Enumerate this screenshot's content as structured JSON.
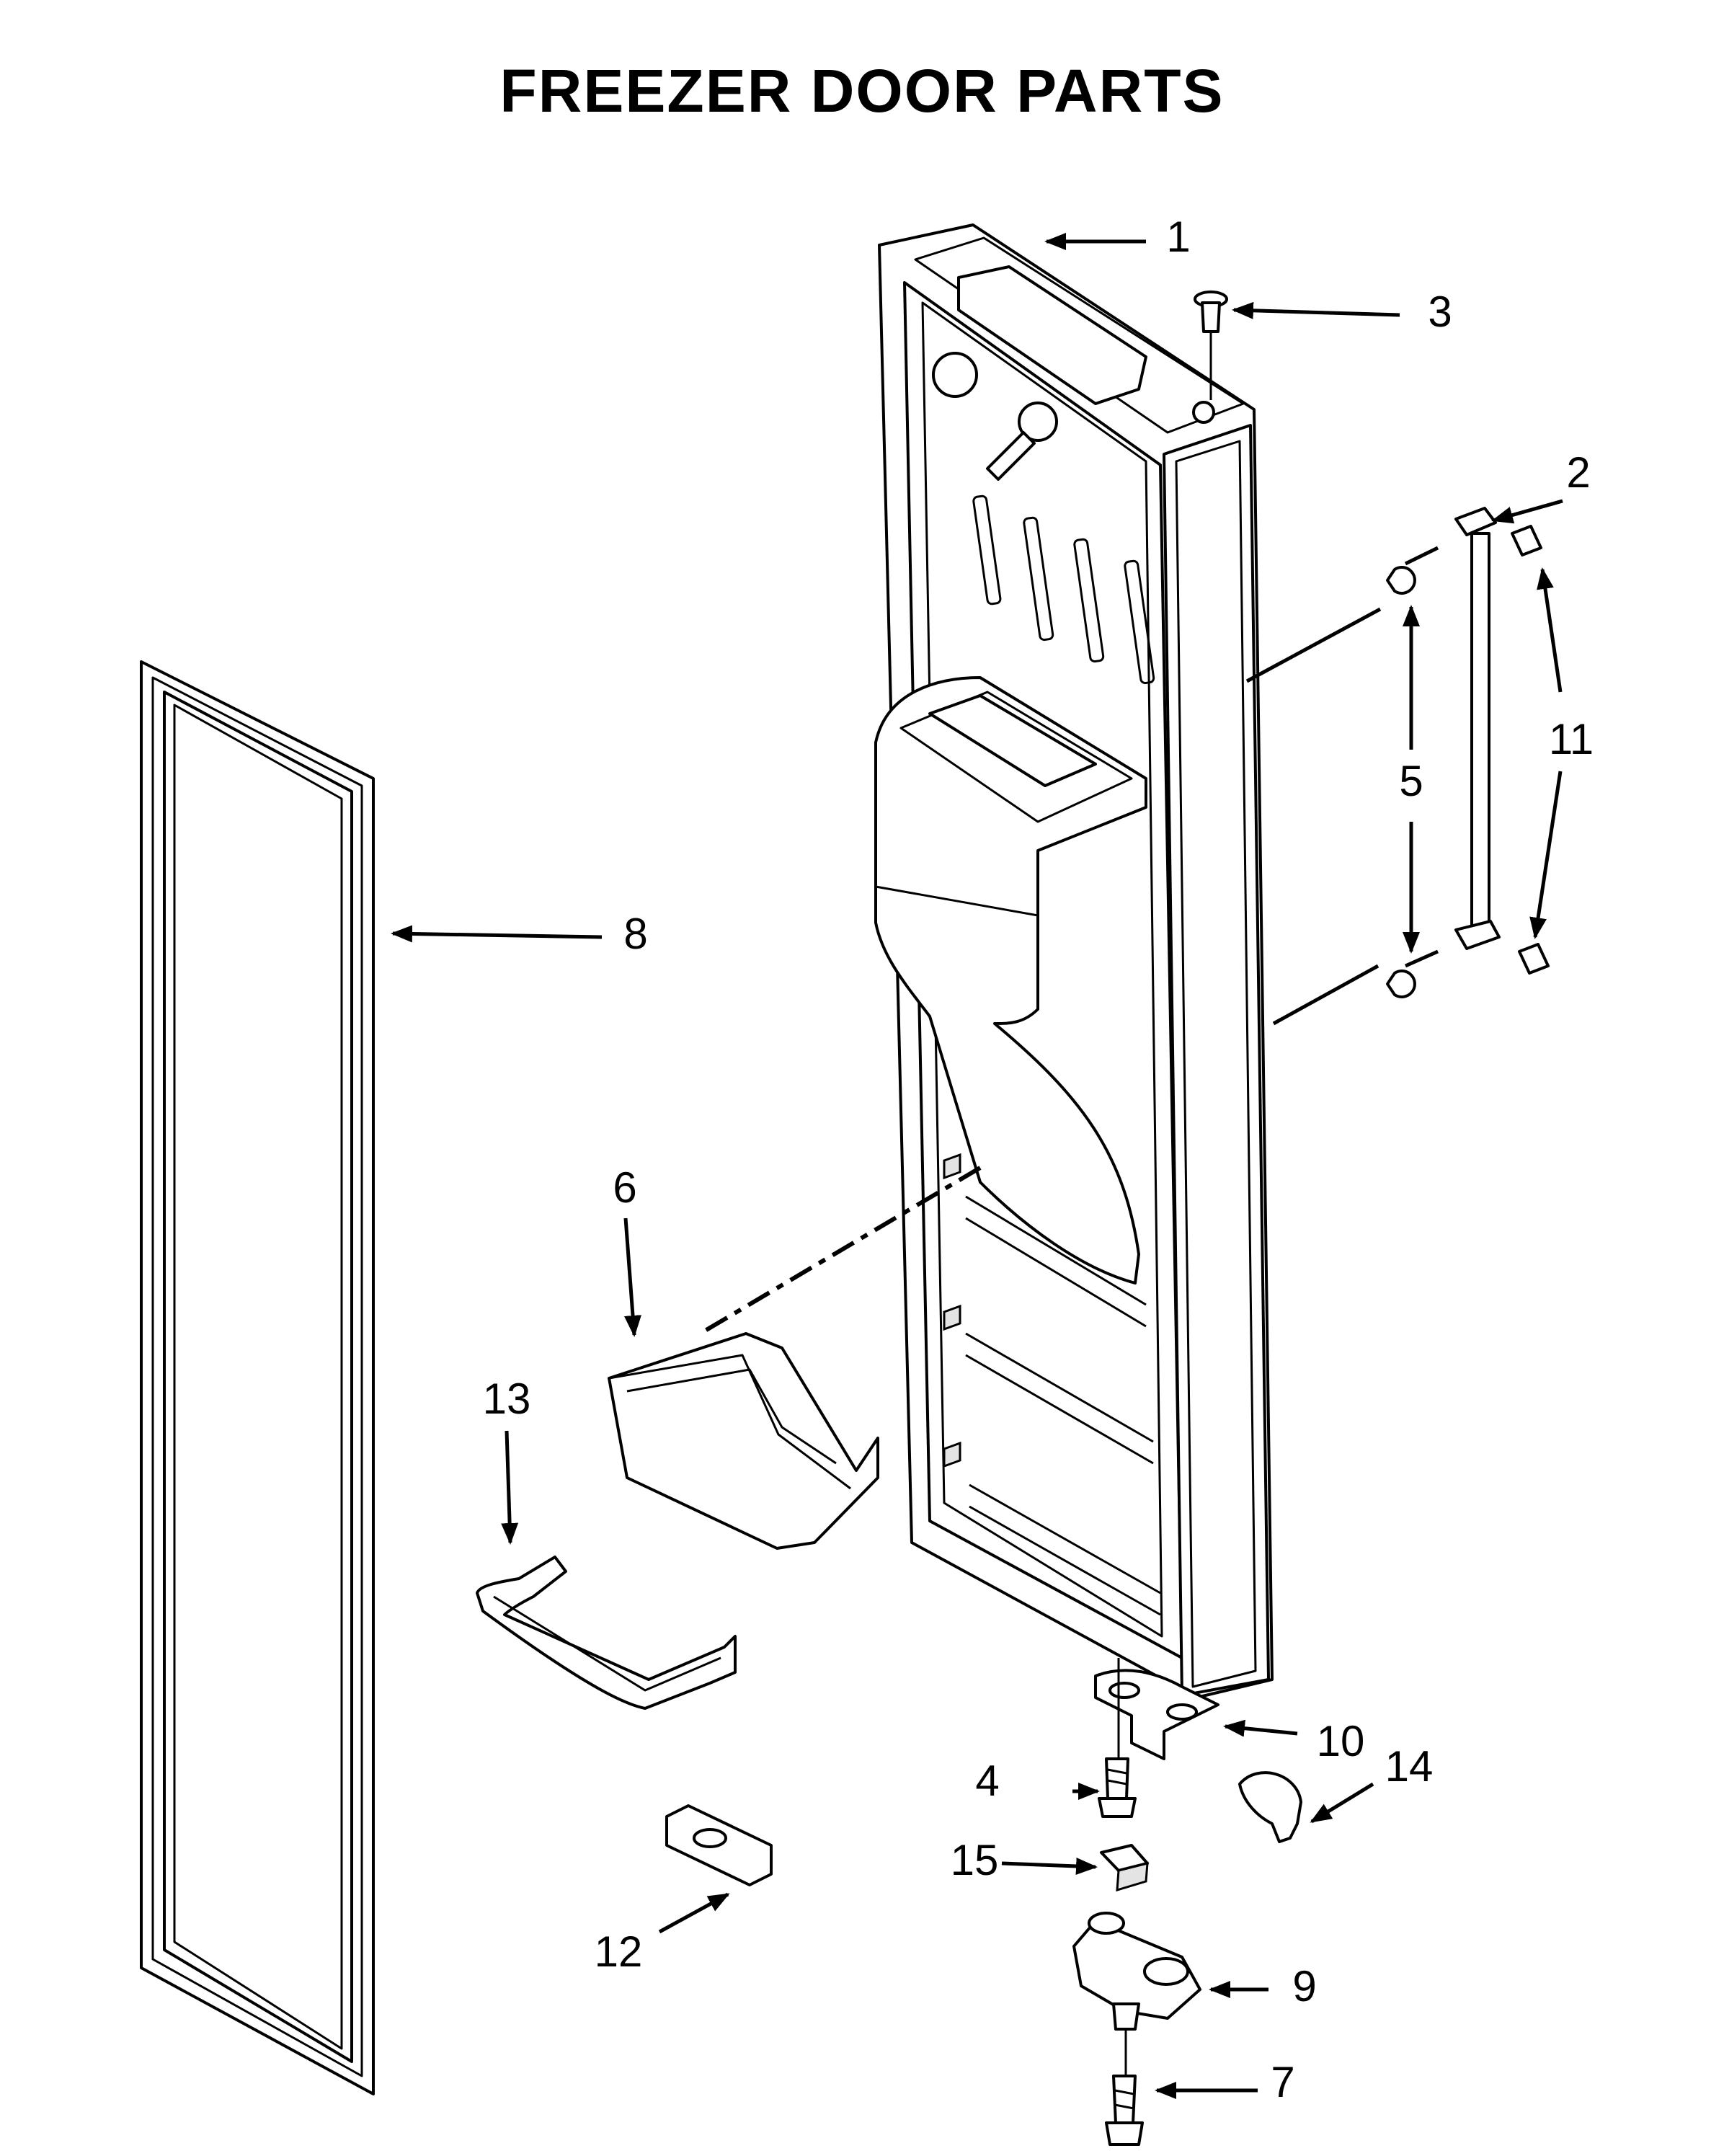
{
  "title": "FREEZER DOOR PARTS",
  "callouts": {
    "c1": "1",
    "c2": "2",
    "c3": "3",
    "c4": "4",
    "c5": "5",
    "c6": "6",
    "c7": "7",
    "c8": "8",
    "c9": "9",
    "c10": "10",
    "c11": "11",
    "c12": "12",
    "c13": "13",
    "c14": "14",
    "c15": "15"
  }
}
